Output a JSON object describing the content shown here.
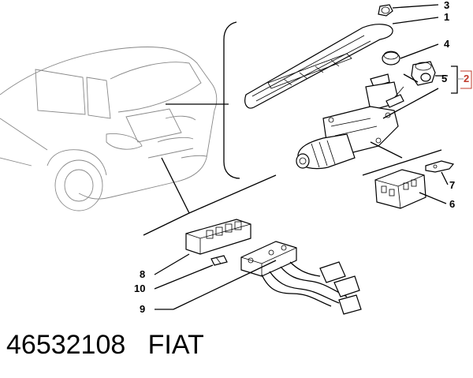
{
  "callouts": {
    "c1": "1",
    "c2": "2",
    "c3": "3",
    "c4": "4",
    "c5": "5",
    "c6": "6",
    "c7": "7",
    "c8": "8",
    "c9": "9",
    "c10": "10"
  },
  "caption": {
    "part_number": "46532108",
    "brand": "FIAT"
  },
  "colors": {
    "line": "#000000",
    "accent_red": "#c0392b"
  }
}
